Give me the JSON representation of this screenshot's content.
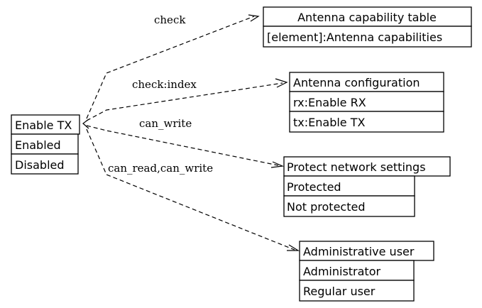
{
  "source": {
    "title": "Enable TX",
    "rows": [
      "Enabled",
      "Disabled"
    ]
  },
  "nodes": [
    {
      "title": "Antenna capability table",
      "rows": [
        "[element]:Antenna capabilities"
      ]
    },
    {
      "title": "Antenna configuration",
      "rows": [
        "rx:Enable RX",
        "tx:Enable TX"
      ]
    },
    {
      "title": "Protect network settings",
      "rows": [
        "Protected",
        "Not protected"
      ]
    },
    {
      "title": "Administrative user",
      "rows": [
        "Administrator",
        "Regular user"
      ]
    }
  ],
  "edges": [
    {
      "label": "check"
    },
    {
      "label": "check:index"
    },
    {
      "label": "can_write"
    },
    {
      "label": "can_read,can_write"
    }
  ]
}
